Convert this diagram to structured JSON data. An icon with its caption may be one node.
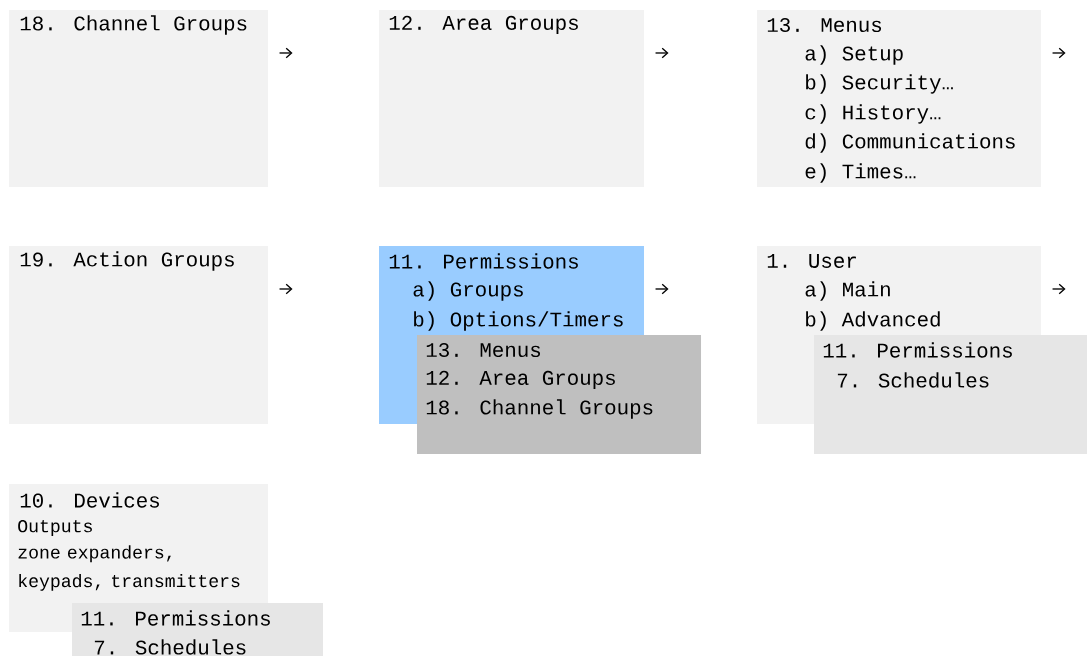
{
  "diagram": {
    "nodes": [
      {
        "text": [
          "18. Channel Groups"
        ]
      },
      {
        "text": [
          "12. Area Groups"
        ]
      },
      {
        "text": [
          "13. Menus",
          "a) Setup",
          "b) Security…",
          "c) History…",
          "d) Communications",
          "e) Times…"
        ]
      },
      {
        "text": [
          "19. Action Groups"
        ]
      },
      {
        "text": [
          "11. Permissions",
          "a) Groups",
          "b) Options/Timers"
        ]
      },
      {
        "text": [
          "13. Menus",
          "12. Area Groups",
          "18. Channel Groups"
        ]
      },
      {
        "text": [
          "1. User",
          "a) Main",
          "b) Advanced"
        ]
      },
      {
        "text": [
          "11. Permissions",
          "7. Schedules"
        ]
      },
      {
        "text": [
          "10. Devices",
          "Outputs",
          "zone expanders, keypads, transmitters"
        ]
      },
      {
        "text": [
          "11. Permissions",
          "7. Schedules"
        ]
      }
    ],
    "edges": [
      {
        "from": 0,
        "to": null,
        "arrow": "to"
      },
      {
        "from": 1,
        "to": null,
        "arrow": "to"
      },
      {
        "from": 2,
        "to": null,
        "arrow": "to"
      },
      {
        "from": 3,
        "to": null,
        "arrow": "to"
      },
      {
        "from": 4,
        "to": null,
        "arrow": "to"
      },
      {
        "from": 6,
        "to": null,
        "arrow": "to"
      }
    ]
  }
}
